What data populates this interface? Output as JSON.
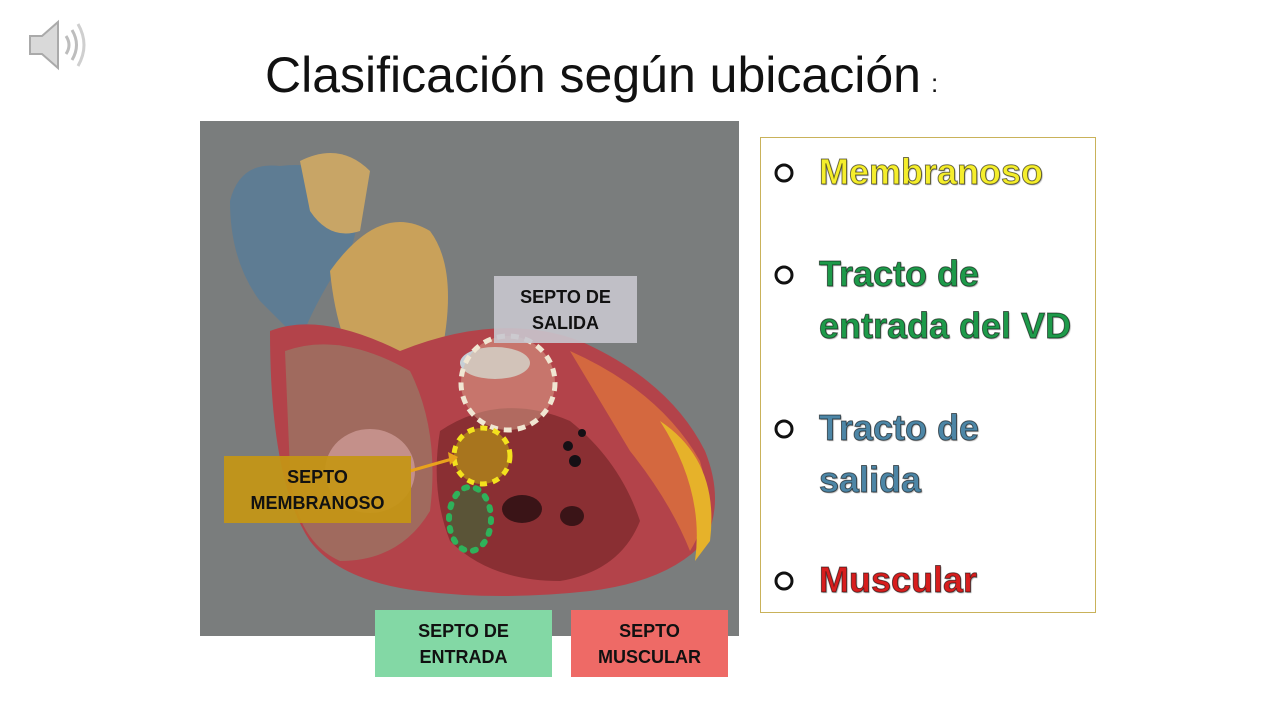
{
  "slide": {
    "title": "Clasificación según ubicación",
    "title_suffix": ":"
  },
  "figure_labels": {
    "salida": [
      "SEPTO DE",
      "SALIDA"
    ],
    "membranoso": [
      "SEPTO",
      "MEMBRANOSO"
    ],
    "entrada": [
      "SEPTO DE",
      "ENTRADA"
    ],
    "muscular": [
      "SEPTO",
      "MUSCULAR"
    ]
  },
  "classification": {
    "bullet_char": "o",
    "items": [
      {
        "lines": [
          "Membranoso"
        ],
        "color": "#f5ee2c"
      },
      {
        "lines": [
          "Tracto de",
          "entrada del VD"
        ],
        "color": "#1e9a4a"
      },
      {
        "lines": [
          "Tracto de",
          "salida"
        ],
        "color": "#4d86a6"
      },
      {
        "lines": [
          "Muscular"
        ],
        "color": "#d71e1e"
      }
    ]
  },
  "icons": [
    "speaker-icon"
  ]
}
